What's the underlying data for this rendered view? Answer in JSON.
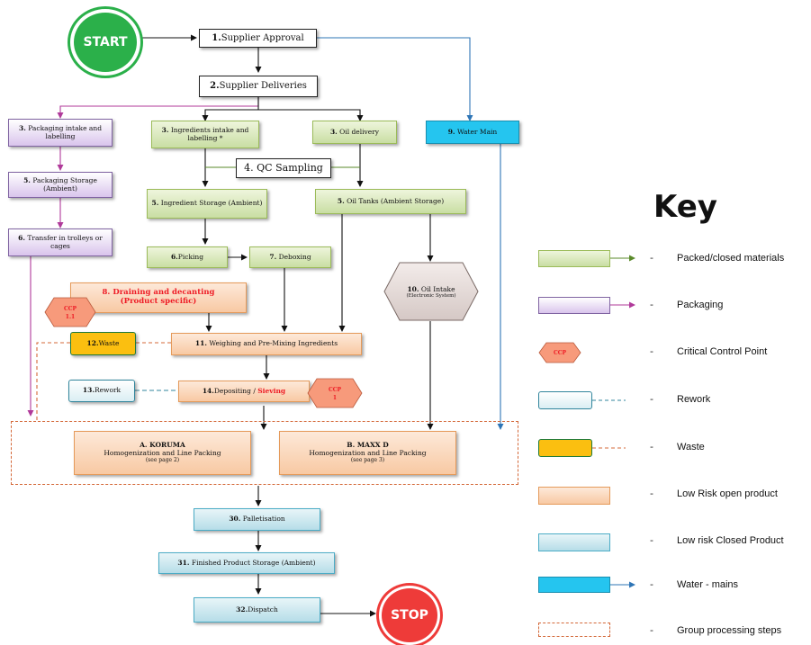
{
  "start": "START",
  "stop": "STOP",
  "steps": {
    "s1": {
      "num": "1.",
      "text": "Supplier Approval"
    },
    "s2": {
      "num": "2.",
      "text": "Supplier Deliveries"
    },
    "s3pack": {
      "num": "3.",
      "text": "Packaging intake and labelling"
    },
    "s3ingr": {
      "num": "3.",
      "text": "Ingredients intake and labelling *"
    },
    "s3oil": {
      "num": "3.",
      "text": "Oil delivery"
    },
    "s9": {
      "num": "9.",
      "text": "Water Main"
    },
    "s4": {
      "text": "4. QC Sampling"
    },
    "s5pack": {
      "num": "5.",
      "text": "Packaging Storage (Ambient)"
    },
    "s5ingr": {
      "num": "5.",
      "text": "Ingredient Storage (Ambient)"
    },
    "s5oil": {
      "num": "5.",
      "text": "Oil Tanks (Ambient Storage)"
    },
    "s6trans": {
      "num": "6.",
      "text": "Transfer in trolleys or cages"
    },
    "s6pick": {
      "num": "6.",
      "text": "Picking"
    },
    "s7": {
      "num": "7.",
      "text": "Deboxing"
    },
    "s8": {
      "line1": "8. Draining and decanting",
      "line2": "(Product specific)"
    },
    "s10": {
      "num": "10.",
      "text": "Oil Intake",
      "sub": "(Electronic System)"
    },
    "s11": {
      "num": "11.",
      "text": "Weighing and Pre-Mixing Ingredients"
    },
    "s12": {
      "num": "12.",
      "text": "Waste"
    },
    "s13": {
      "num": "13.",
      "text": "Rework"
    },
    "s14": {
      "num": "14.",
      "text": "Depositing / ",
      "red": "Sieving"
    },
    "sA": {
      "title": "A. KORUMA",
      "line": "Homogenization and Line Packing",
      "page": "(see page 2)"
    },
    "sB": {
      "title": "B. MAXX D",
      "line": "Homogenization and Line Packing",
      "page": "(see page 3)"
    },
    "s30": {
      "num": "30.",
      "text": "Palletisation"
    },
    "s31": {
      "num": "31.",
      "text": "Finished Product Storage (Ambient)"
    },
    "s32": {
      "num": "32.",
      "text": "Dispatch"
    }
  },
  "ccp": {
    "ccp11": {
      "label": "CCP",
      "num": "1.1"
    },
    "ccp1": {
      "label": "CCP",
      "num": "1"
    }
  },
  "key": {
    "title": "Key",
    "dash": "-",
    "ccp_label": "CCP",
    "items": [
      {
        "label": "Packed/closed materials"
      },
      {
        "label": "Packaging"
      },
      {
        "label": "Critical Control Point"
      },
      {
        "label": "Rework"
      },
      {
        "label": "Waste"
      },
      {
        "label": "Low Risk open product"
      },
      {
        "label": "Low risk Closed Product"
      },
      {
        "label": "Water - mains"
      },
      {
        "label": "Group processing steps"
      }
    ]
  },
  "colors": {
    "green": "#c9dea3",
    "purple": "#d9c4ec",
    "orange": "#f8c9a3",
    "light_blue": "#b6dde8",
    "water": "#25c5ef",
    "waste": "#fbbf10",
    "ccp": "#f79a7b",
    "start": "#2bb04a",
    "stop": "#ee3b39"
  }
}
